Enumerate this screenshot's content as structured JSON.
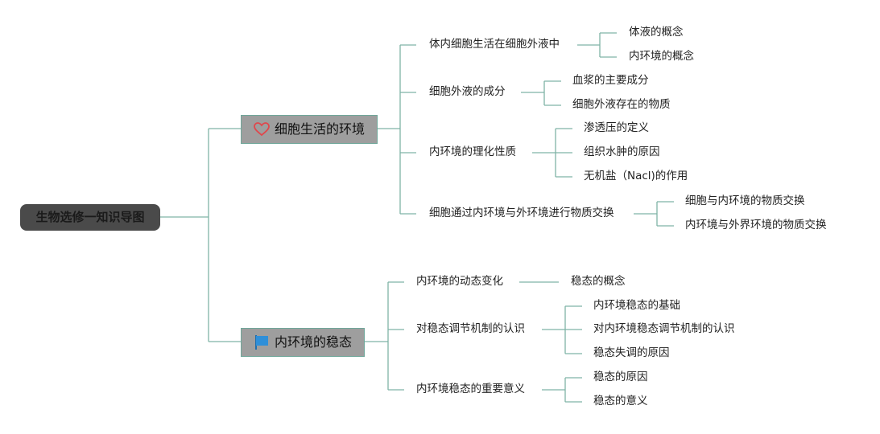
{
  "root": "生物选修一知识导图",
  "branches": [
    {
      "title": "细胞生活的环境",
      "icon": "heart-icon",
      "children": [
        {
          "title": "体内细胞生活在细胞外液中",
          "leaves": [
            "体液的概念",
            "内环境的概念"
          ]
        },
        {
          "title": "细胞外液的成分",
          "leaves": [
            "血浆的主要成分",
            "细胞外液存在的物质"
          ]
        },
        {
          "title": "内环境的理化性质",
          "leaves": [
            "渗透压的定义",
            "组织水肿的原因",
            "无机盐（Nacl)的作用"
          ]
        },
        {
          "title": "细胞通过内环境与外环境进行物质交换",
          "leaves": [
            "细胞与内环境的物质交换",
            "内环境与外界环境的物质交换"
          ]
        }
      ]
    },
    {
      "title": "内环境的稳态",
      "icon": "flag-icon",
      "children": [
        {
          "title": "内环境的动态变化",
          "leaves": [
            "稳态的概念"
          ]
        },
        {
          "title": "对稳态调节机制的认识",
          "leaves": [
            "内环境稳态的基础",
            "对内环境稳态调节机制的认识",
            "稳态失调的原因"
          ]
        },
        {
          "title": "内环境稳态的重要意义",
          "leaves": [
            "稳态的原因",
            "稳态的意义"
          ]
        }
      ]
    }
  ],
  "colors": {
    "connector": "#7fb3a6",
    "root_bg": "#4a4a4a",
    "main_bg": "#9e9e9e",
    "heart": "#e0474c",
    "flag": "#2f8fd8"
  }
}
